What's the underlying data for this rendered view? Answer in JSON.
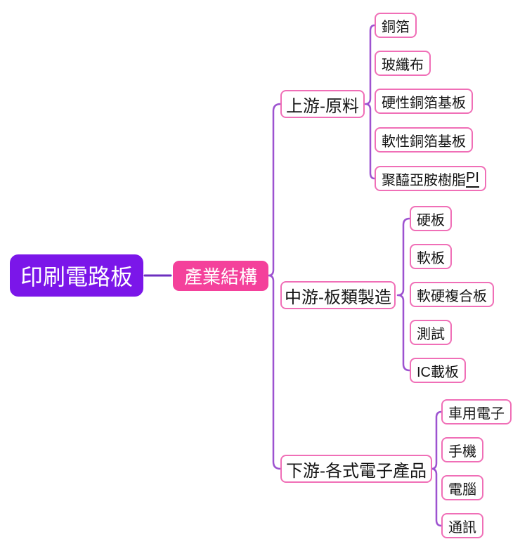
{
  "colors": {
    "canvas_bg": "#ffffff",
    "root_bg": "#7b16e9",
    "root_text": "#ffffff",
    "topic_bg": "#f4419b",
    "topic_text": "#ffffff",
    "node_bg": "#ffffff",
    "node_border": "#f06fb7",
    "node_text": "#141414",
    "link": "#6c2fbf",
    "brace": "#9d52d0"
  },
  "root": {
    "label": "印刷電路板"
  },
  "topic": {
    "label": "產業結構"
  },
  "branches": [
    {
      "label": "上游-原料",
      "children": [
        {
          "text": "銅箔"
        },
        {
          "text": "玻纖布"
        },
        {
          "text": "硬性銅箔基板"
        },
        {
          "text": "軟性銅箔基板"
        },
        {
          "text": "聚醯亞胺樹脂",
          "suffix": "PI"
        }
      ]
    },
    {
      "label": "中游-板類製造",
      "children": [
        {
          "text": "硬板"
        },
        {
          "text": "軟板"
        },
        {
          "text": "軟硬複合板"
        },
        {
          "text": "測試"
        },
        {
          "text": "IC載板"
        }
      ]
    },
    {
      "label": "下游-各式電子產品",
      "children": [
        {
          "text": "車用電子"
        },
        {
          "text": "手機"
        },
        {
          "text": "電腦"
        },
        {
          "text": "通訊"
        }
      ]
    }
  ]
}
